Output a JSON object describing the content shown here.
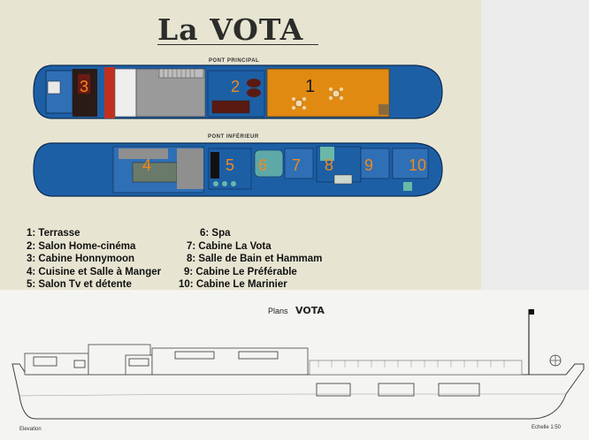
{
  "title": "La VOTA",
  "decks": {
    "upper_label": "PONT PRINCIPAL",
    "lower_label": "PONT INFÉRIEUR"
  },
  "room_numbers": {
    "r1": "1",
    "r2": "2",
    "r3": "3",
    "r4": "4",
    "r5": "5",
    "r6": "6",
    "r7": "7",
    "r8": "8",
    "r9": "9",
    "r10": "10"
  },
  "legend": {
    "left": [
      "1: Terrasse",
      "2: Salon Home-cinéma",
      "3: Cabine Honnymoon",
      "4: Cuisine et Salle à Manger",
      "5: Salon Tv et détente"
    ],
    "right": [
      "6: Spa",
      "7: Cabine La Vota",
      "8: Salle de Bain et Hammam",
      "9: Cabine Le Préférable",
      "10: Cabine Le Marinier"
    ]
  },
  "elevation": {
    "plans_label": "Plans",
    "boat_name": "VOTA",
    "elevation_label": "Elevation",
    "scale_label": "Echelle 1:50"
  },
  "colors": {
    "hull_blue": "#1d5fa5",
    "terrace_orange": "#e18a12",
    "room_number_orange": "#f08a1e",
    "background": "#e7e5d2"
  }
}
